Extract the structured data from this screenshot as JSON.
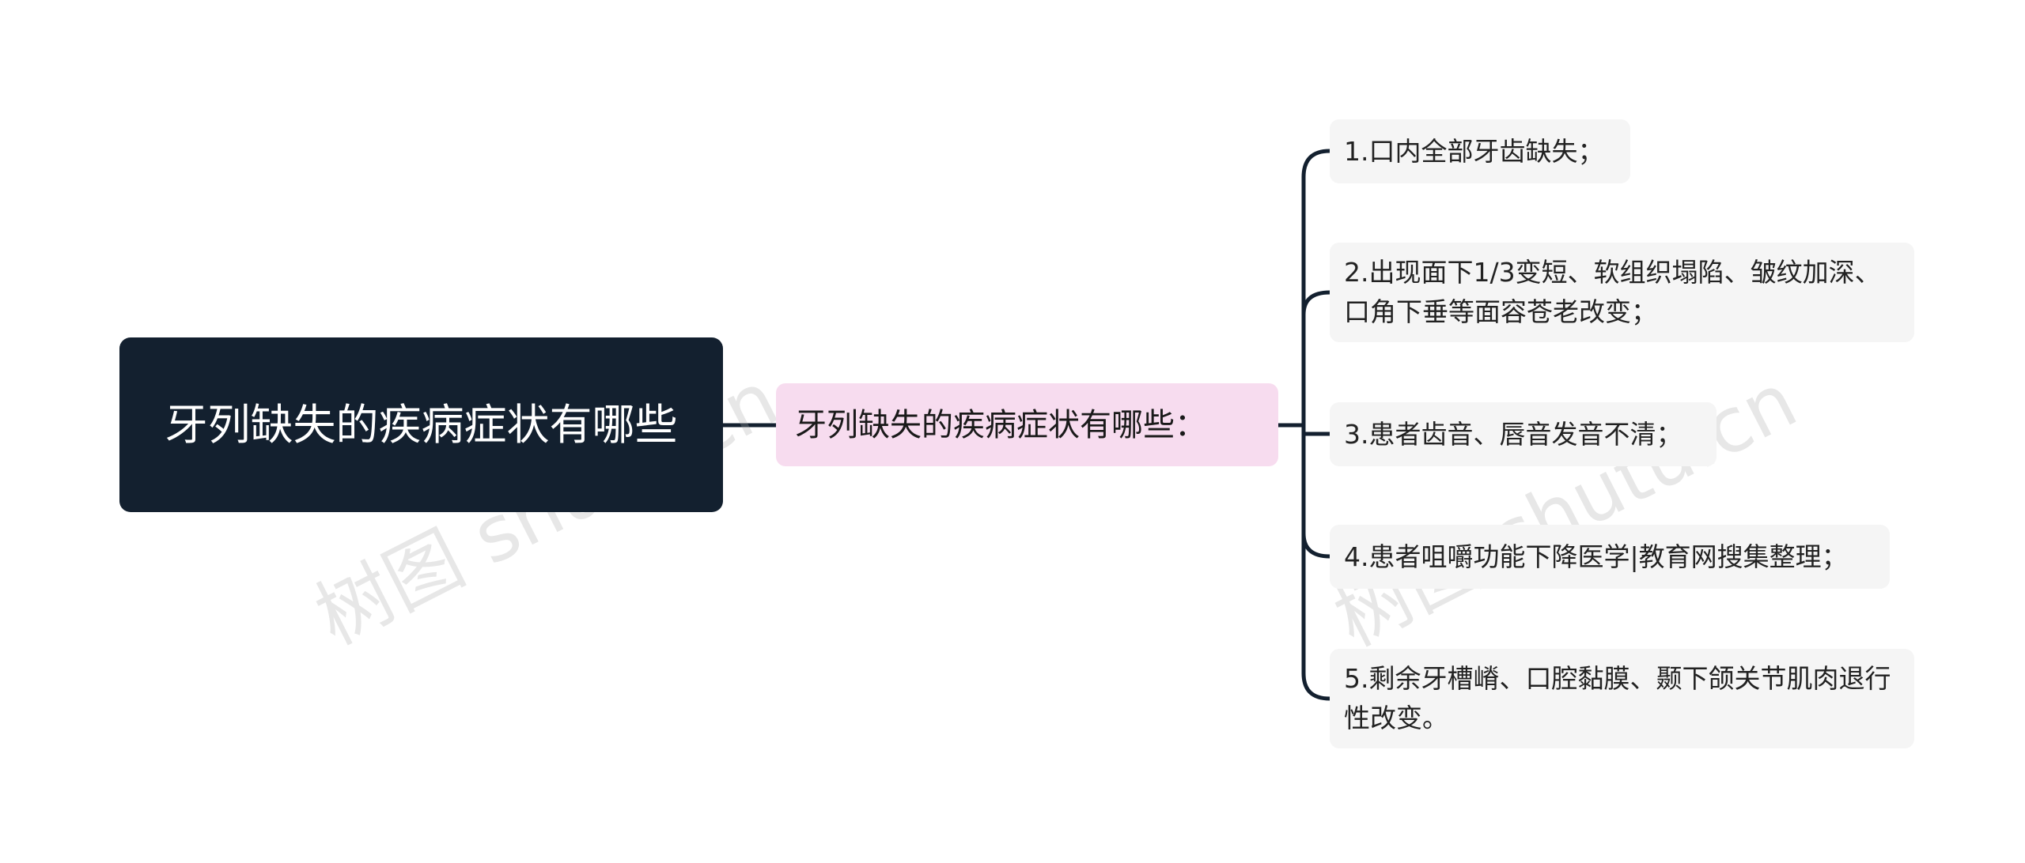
{
  "mindmap": {
    "root": {
      "label": "牙列缺失的疾病症状有哪些"
    },
    "branch": {
      "label": "牙列缺失的疾病症状有哪些："
    },
    "leaves": [
      {
        "label": "1.口内全部牙齿缺失；"
      },
      {
        "label": "2.出现面下1/3变短、软组织塌陷、皱纹加深、口角下垂等面容苍老改变；"
      },
      {
        "label": "3.患者齿音、唇音发音不清；"
      },
      {
        "label": "4.患者咀嚼功能下降医学|教育网搜集整理；"
      },
      {
        "label": "5.剩余牙槽嵴、口腔黏膜、颞下颌关节肌肉退行性改变。"
      }
    ]
  },
  "watermarks": [
    "树图 shutu.cn",
    "树图 shutu.cn"
  ],
  "colors": {
    "root_bg": "#13202f",
    "branch_bg": "#f7dcef",
    "leaf_bg": "#f5f5f5",
    "connector": "#13202f"
  }
}
